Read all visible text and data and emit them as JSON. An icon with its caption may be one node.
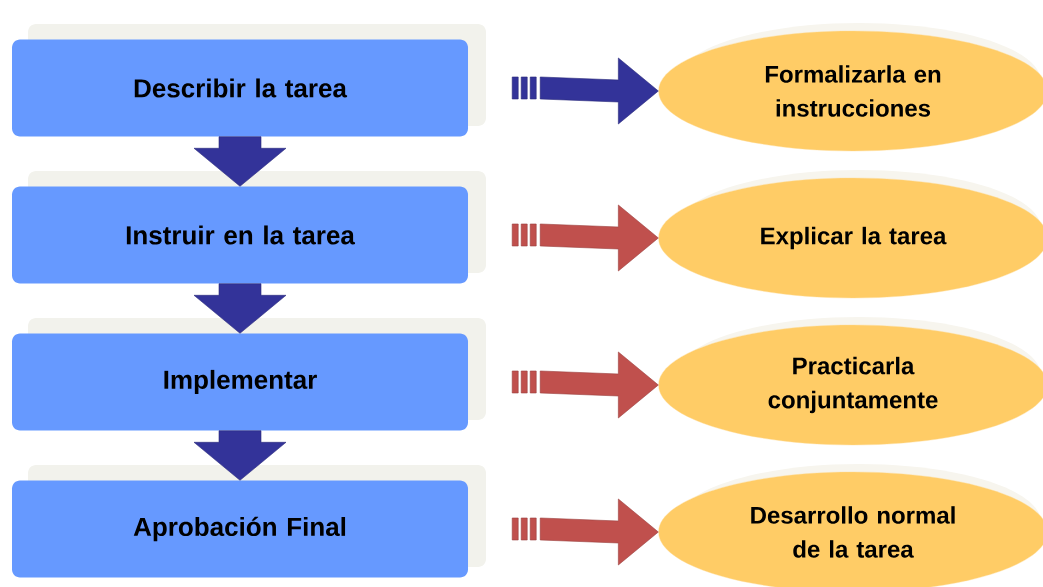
{
  "diagram": {
    "nodes": [
      {
        "text": [
          "Describir la tarea"
        ]
      },
      {
        "text": [
          "Formalizarla en instrucciones"
        ]
      },
      {
        "text": [
          "Instruir en la tarea"
        ]
      },
      {
        "text": [
          "Explicar la tarea"
        ]
      },
      {
        "text": [
          "Implementar"
        ]
      },
      {
        "text": [
          "Practicarla conjuntamente"
        ]
      },
      {
        "text": [
          "Aprobación Final"
        ]
      },
      {
        "text": [
          "Desarrollo normal de la tarea"
        ]
      }
    ],
    "edges": [
      {
        "from": 0,
        "to": 2,
        "arrow": "to"
      },
      {
        "from": 2,
        "to": 4,
        "arrow": "to"
      },
      {
        "from": 4,
        "to": 6,
        "arrow": "to"
      },
      {
        "from": 0,
        "to": 1,
        "arrow": "to"
      },
      {
        "from": 2,
        "to": 3,
        "arrow": "to",
        "color": "#c0504d"
      },
      {
        "from": 4,
        "to": 5,
        "arrow": "to",
        "color": "#c0504d"
      },
      {
        "from": 6,
        "to": 7,
        "arrow": "to",
        "color": "#c0504d"
      }
    ]
  }
}
